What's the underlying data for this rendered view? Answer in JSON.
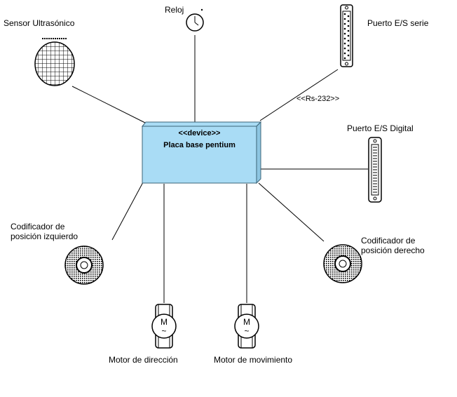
{
  "device": {
    "stereotype": "<<device>>",
    "name": "Placa base pentium",
    "fill_color": "#a9dcf5",
    "stroke_color": "#3c6478"
  },
  "peripherals": {
    "sensor_ultrasonico": "Sensor Ultrasónico",
    "reloj": "Reloj",
    "puerto_serie": "Puerto E/S serie",
    "puerto_digital": "Puerto E/S Digital",
    "codificador_izq_line1": "Codificador de",
    "codificador_izq_line2": "posición izquierdo",
    "codificador_der_line1": "Codificador de",
    "codificador_der_line2": "posición derecho",
    "motor_direccion": "Motor de dirección",
    "motor_movimiento": "Motor de movimiento"
  },
  "connections": {
    "serie_label": "<<Rs-232>>"
  },
  "icons": {
    "motor_symbol": "M",
    "motor_wave": "~"
  }
}
